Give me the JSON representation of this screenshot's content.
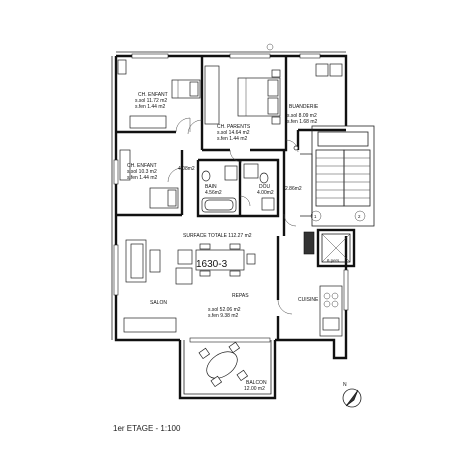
{
  "plan": {
    "code": "1630-3",
    "total_surface": "SURFACE TOTALE 112.27 m2",
    "caption": "1er ETAGE - 1:100",
    "elevator_label": "6 pers.",
    "stair_marks": [
      "1",
      "2"
    ],
    "compass_label": "N",
    "rooms": {
      "enfant1": {
        "name": "CH. ENFANT",
        "sol": "s.sol 11.72 m2",
        "fen": "s.fen 1.44 m2"
      },
      "parents": {
        "name": "CH. PARENTS",
        "sol": "s.sol 14.64 m2",
        "fen": "s.fen 1.44 m2"
      },
      "buanderie": {
        "name": "BUANDERIE",
        "sol": "s.sol 8.09 m2",
        "fen": "s.fen 1.68 m2"
      },
      "enfant2": {
        "name": "CH. ENFANT",
        "sol": "s.sol 10.3 m2",
        "fen": "s.fen 1.44 m2"
      },
      "hall": {
        "area": "4.08m2"
      },
      "bain": {
        "name": "BAIN",
        "area": "4.56m2"
      },
      "dou": {
        "name": "DOU",
        "area": "4.00m2"
      },
      "corridor": {
        "area": "2.86m2"
      },
      "salon": {
        "name": "SALON"
      },
      "repas": {
        "name": "REPAS"
      },
      "cuisine": {
        "name": "CUISINE"
      },
      "living": {
        "sol": "s.sol 52.06 m2",
        "fen": "s.fen 9.38 m2"
      },
      "balcon": {
        "name": "BALCON",
        "area": "12.00 m2"
      }
    }
  }
}
